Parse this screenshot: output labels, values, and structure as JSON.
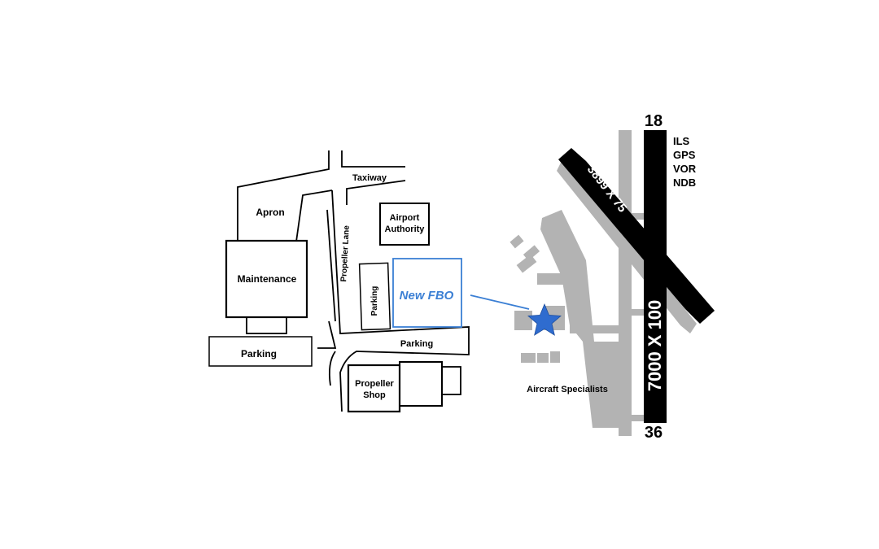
{
  "colors": {
    "black": "#000000",
    "gray": "#b3b3b3",
    "blue": "#3b7fd4",
    "star": "#2f6ccf",
    "background": "#ffffff"
  },
  "site_plan": {
    "apron": "Apron",
    "taxiway": "Taxiway",
    "airport_authority_line1": "Airport",
    "airport_authority_line2": "Authority",
    "maintenance": "Maintenance",
    "propeller_lane": "Propeller Lane",
    "parking_vertical": "Parking",
    "new_fbo": "New FBO",
    "parking_left": "Parking",
    "parking_bottom": "Parking",
    "propeller_shop_line1": "Propeller",
    "propeller_shop_line2": "Shop"
  },
  "airfield": {
    "runway_main": {
      "north_end": "18",
      "south_end": "36",
      "dimensions": "7000 X 100"
    },
    "runway_cross": {
      "dimensions": "3899 X 75"
    },
    "approaches": [
      "ILS",
      "GPS",
      "VOR",
      "NDB"
    ],
    "fbo_marker_icon": "star-icon",
    "fbo_name": "Aircraft Specialists"
  }
}
